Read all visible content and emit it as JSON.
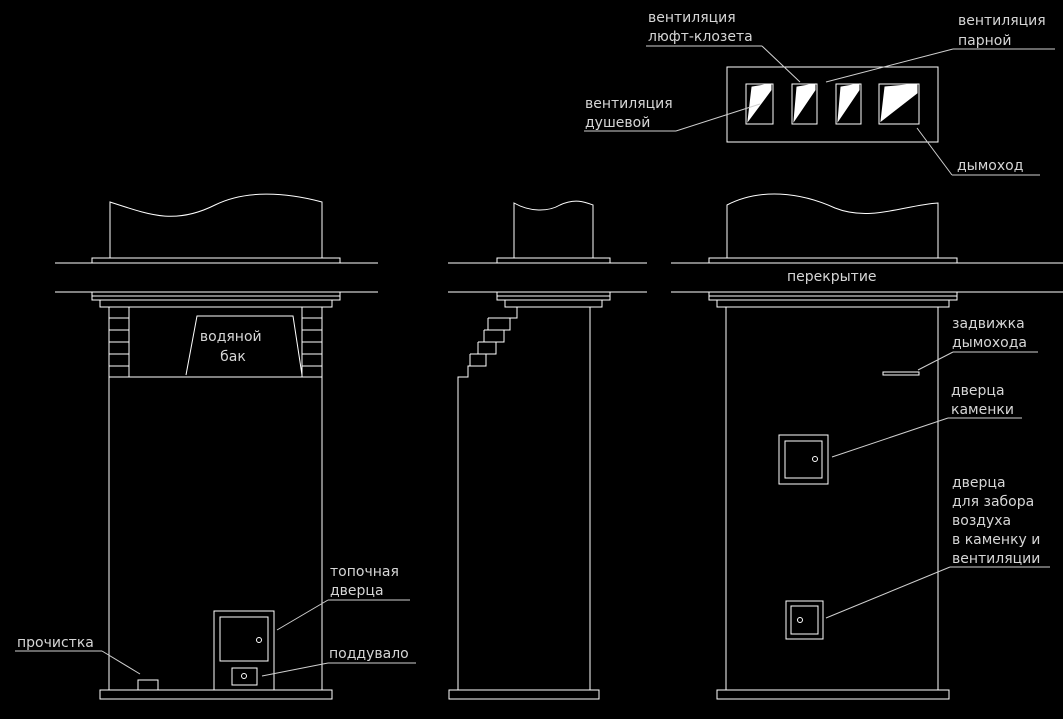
{
  "labels": {
    "vent_closet": [
      "вентиляция",
      "люфт-клозета"
    ],
    "vent_steam": [
      "вентиляция",
      "парной"
    ],
    "vent_shower": [
      "вентиляция",
      "душевой"
    ],
    "chimney": "дымоход",
    "ceiling": "перекрытие",
    "damper": [
      "задвижка",
      "дымохода"
    ],
    "heater_door": [
      "дверца",
      "каменки"
    ],
    "air_door": [
      "дверца",
      "для забора",
      "воздуха",
      "в каменку и",
      "вентиляции"
    ],
    "water_tank": [
      "водяной",
      "бак"
    ],
    "firebox_door": [
      "топочная",
      "дверца"
    ],
    "cleanout": "прочистка",
    "ash_pit": "поддувало"
  }
}
